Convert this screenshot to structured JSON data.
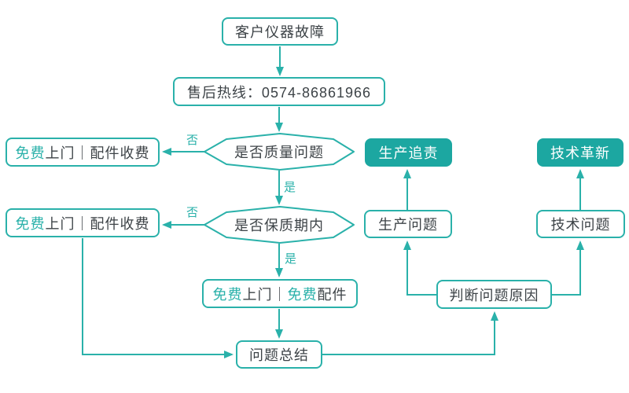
{
  "colors": {
    "teal": "#2AB1AA",
    "teal_fill": "#1CA7A1",
    "text_dark": "#3D4347",
    "white": "#FFFFFF"
  },
  "nodes": {
    "start": {
      "label": "客户仪器故障"
    },
    "hotline": {
      "label": "售后热线：0574-86861966"
    },
    "decision_quality": {
      "label": "是否质量问题"
    },
    "decision_warranty": {
      "label": "是否保质期内"
    },
    "result_no_quality": {
      "accent1": "免费",
      "rest1": "上门｜配件收费"
    },
    "result_no_warranty": {
      "accent1": "免费",
      "rest1": "上门｜配件收费"
    },
    "result_free": {
      "accent1": "免费",
      "mid": "上门｜",
      "accent2": "免费",
      "rest": "配件"
    },
    "summary": {
      "label": "问题总结"
    },
    "judge_cause": {
      "label": "判断问题原因"
    },
    "production_issue": {
      "label": "生产问题"
    },
    "production_trace": {
      "label": "生产追责"
    },
    "tech_issue": {
      "label": "技术问题"
    },
    "tech_innovation": {
      "label": "技术革新"
    }
  },
  "edge_labels": {
    "quality_no": "否",
    "quality_yes": "是",
    "warranty_no": "否",
    "warranty_yes": "是"
  }
}
